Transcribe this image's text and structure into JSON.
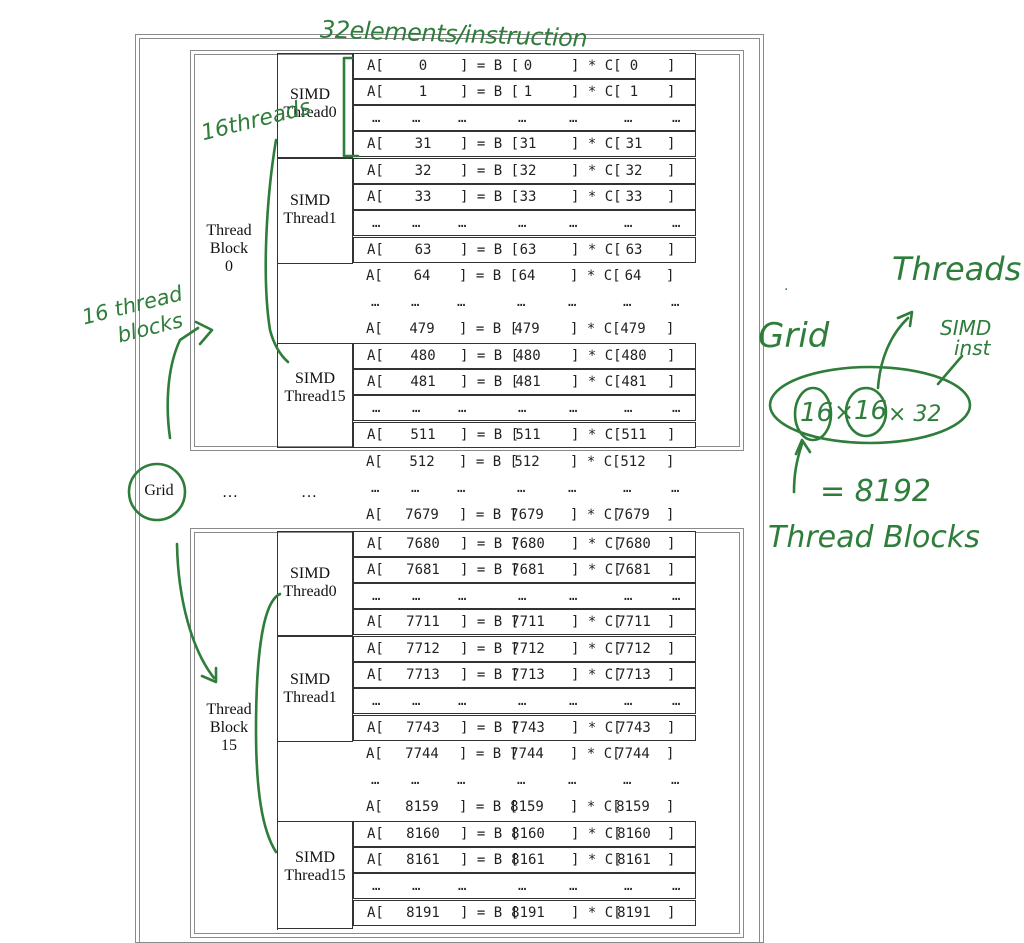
{
  "grid_label": "Grid",
  "ellipsis": "…",
  "blocks": [
    {
      "label_line1": "Thread",
      "label_line2": "Block",
      "label_line3": "0"
    },
    {
      "label_line1": "Thread",
      "label_line2": "Block",
      "label_line3": "15"
    }
  ],
  "simd_threads": [
    {
      "l1": "SIMD",
      "l2": "Thread0"
    },
    {
      "l1": "SIMD",
      "l2": "Thread1"
    },
    {
      "l1": "SIMD",
      "l2": "Thread15"
    },
    {
      "l1": "SIMD",
      "l2": "Thread0"
    },
    {
      "l1": "SIMD",
      "l2": "Thread1"
    },
    {
      "l1": "SIMD",
      "l2": "Thread15"
    }
  ],
  "expr": {
    "a": "A[",
    "close": "]",
    "eq": "= B [",
    "mul": "* C[",
    "dots": "…"
  },
  "rows": [
    {
      "kind": "v",
      "n": "0"
    },
    {
      "kind": "v",
      "n": "1"
    },
    {
      "kind": "d"
    },
    {
      "kind": "v",
      "n": "31"
    },
    {
      "kind": "v",
      "n": "32"
    },
    {
      "kind": "v",
      "n": "33"
    },
    {
      "kind": "d"
    },
    {
      "kind": "v",
      "n": "63"
    },
    {
      "kind": "v",
      "n": "64"
    },
    {
      "kind": "d"
    },
    {
      "kind": "v",
      "n": "479"
    },
    {
      "kind": "v",
      "n": "480"
    },
    {
      "kind": "v",
      "n": "481"
    },
    {
      "kind": "d"
    },
    {
      "kind": "v",
      "n": "511"
    },
    {
      "kind": "v",
      "n": "512"
    },
    {
      "kind": "d"
    },
    {
      "kind": "v",
      "n": "7679"
    },
    {
      "kind": "v",
      "n": "7680"
    },
    {
      "kind": "v",
      "n": "7681"
    },
    {
      "kind": "d"
    },
    {
      "kind": "v",
      "n": "7711"
    },
    {
      "kind": "v",
      "n": "7712"
    },
    {
      "kind": "v",
      "n": "7713"
    },
    {
      "kind": "d"
    },
    {
      "kind": "v",
      "n": "7743"
    },
    {
      "kind": "v",
      "n": "7744"
    },
    {
      "kind": "d"
    },
    {
      "kind": "v",
      "n": "8159"
    },
    {
      "kind": "v",
      "n": "8160"
    },
    {
      "kind": "v",
      "n": "8161"
    },
    {
      "kind": "d"
    },
    {
      "kind": "v",
      "n": "8191"
    }
  ],
  "annotations": {
    "elements_per_instruction": "32elements/instruction",
    "threads_16": "16threads",
    "thread_blocks_16_line1": "16 thread",
    "thread_blocks_16_line2": "blocks",
    "grid": "Grid",
    "threads": "Threads",
    "simd_inst_line1": "SIMD",
    "simd_inst_line2": "inst",
    "formula_a": "16",
    "formula_x1": "×",
    "formula_b": "16",
    "formula_rest": "× 32",
    "equals": "= 8192",
    "thread_blocks": "Thread Blocks"
  },
  "colors": {
    "ink": "#2e7d3a",
    "border": "#333333",
    "frame": "#8a8a8a"
  }
}
